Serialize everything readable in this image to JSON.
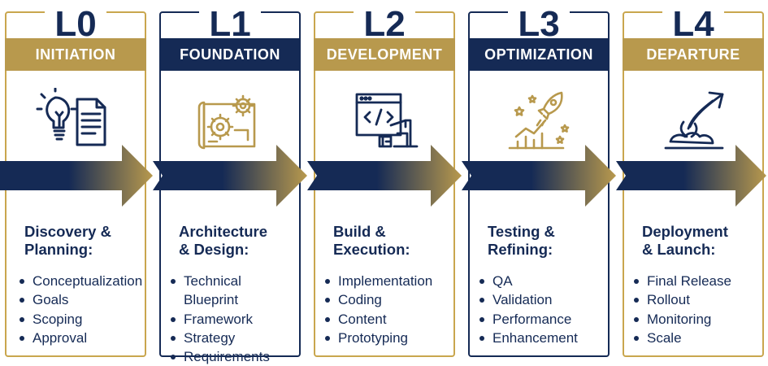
{
  "colors": {
    "navy": "#152a55",
    "gold": "#b8994d",
    "border_gold": "#c9a64e"
  },
  "stages": [
    {
      "code": "L0",
      "title": "INITIATION",
      "icon": "lightbulb-document-icon",
      "heading": [
        "Discovery &",
        "Planning:"
      ],
      "items": [
        "Conceptualization",
        "Goals",
        "Scoping",
        "Approval"
      ]
    },
    {
      "code": "L1",
      "title": "FOUNDATION",
      "icon": "blueprint-gears-icon",
      "heading": [
        "Architecture",
        "& Design:"
      ],
      "items": [
        "Technical",
        "Blueprint",
        "Framework",
        "Strategy",
        "Requirements"
      ]
    },
    {
      "code": "L2",
      "title": "DEVELOPMENT",
      "icon": "code-window-crane-icon",
      "heading": [
        "Build &",
        "Execution:"
      ],
      "items": [
        "Implementation",
        "Coding",
        "Content",
        "Prototyping"
      ]
    },
    {
      "code": "L3",
      "title": "OPTIMIZATION",
      "icon": "rocket-chart-icon",
      "heading": [
        "Testing &",
        "Refining:"
      ],
      "items": [
        "QA",
        "Validation",
        "Performance",
        "Enhancement"
      ]
    },
    {
      "code": "L4",
      "title": "DEPARTURE",
      "icon": "launch-arrow-icon",
      "heading": [
        "Deployment",
        "& Launch:"
      ],
      "items": [
        "Final Release",
        "Rollout",
        "Monitoring",
        "Scale"
      ]
    }
  ]
}
